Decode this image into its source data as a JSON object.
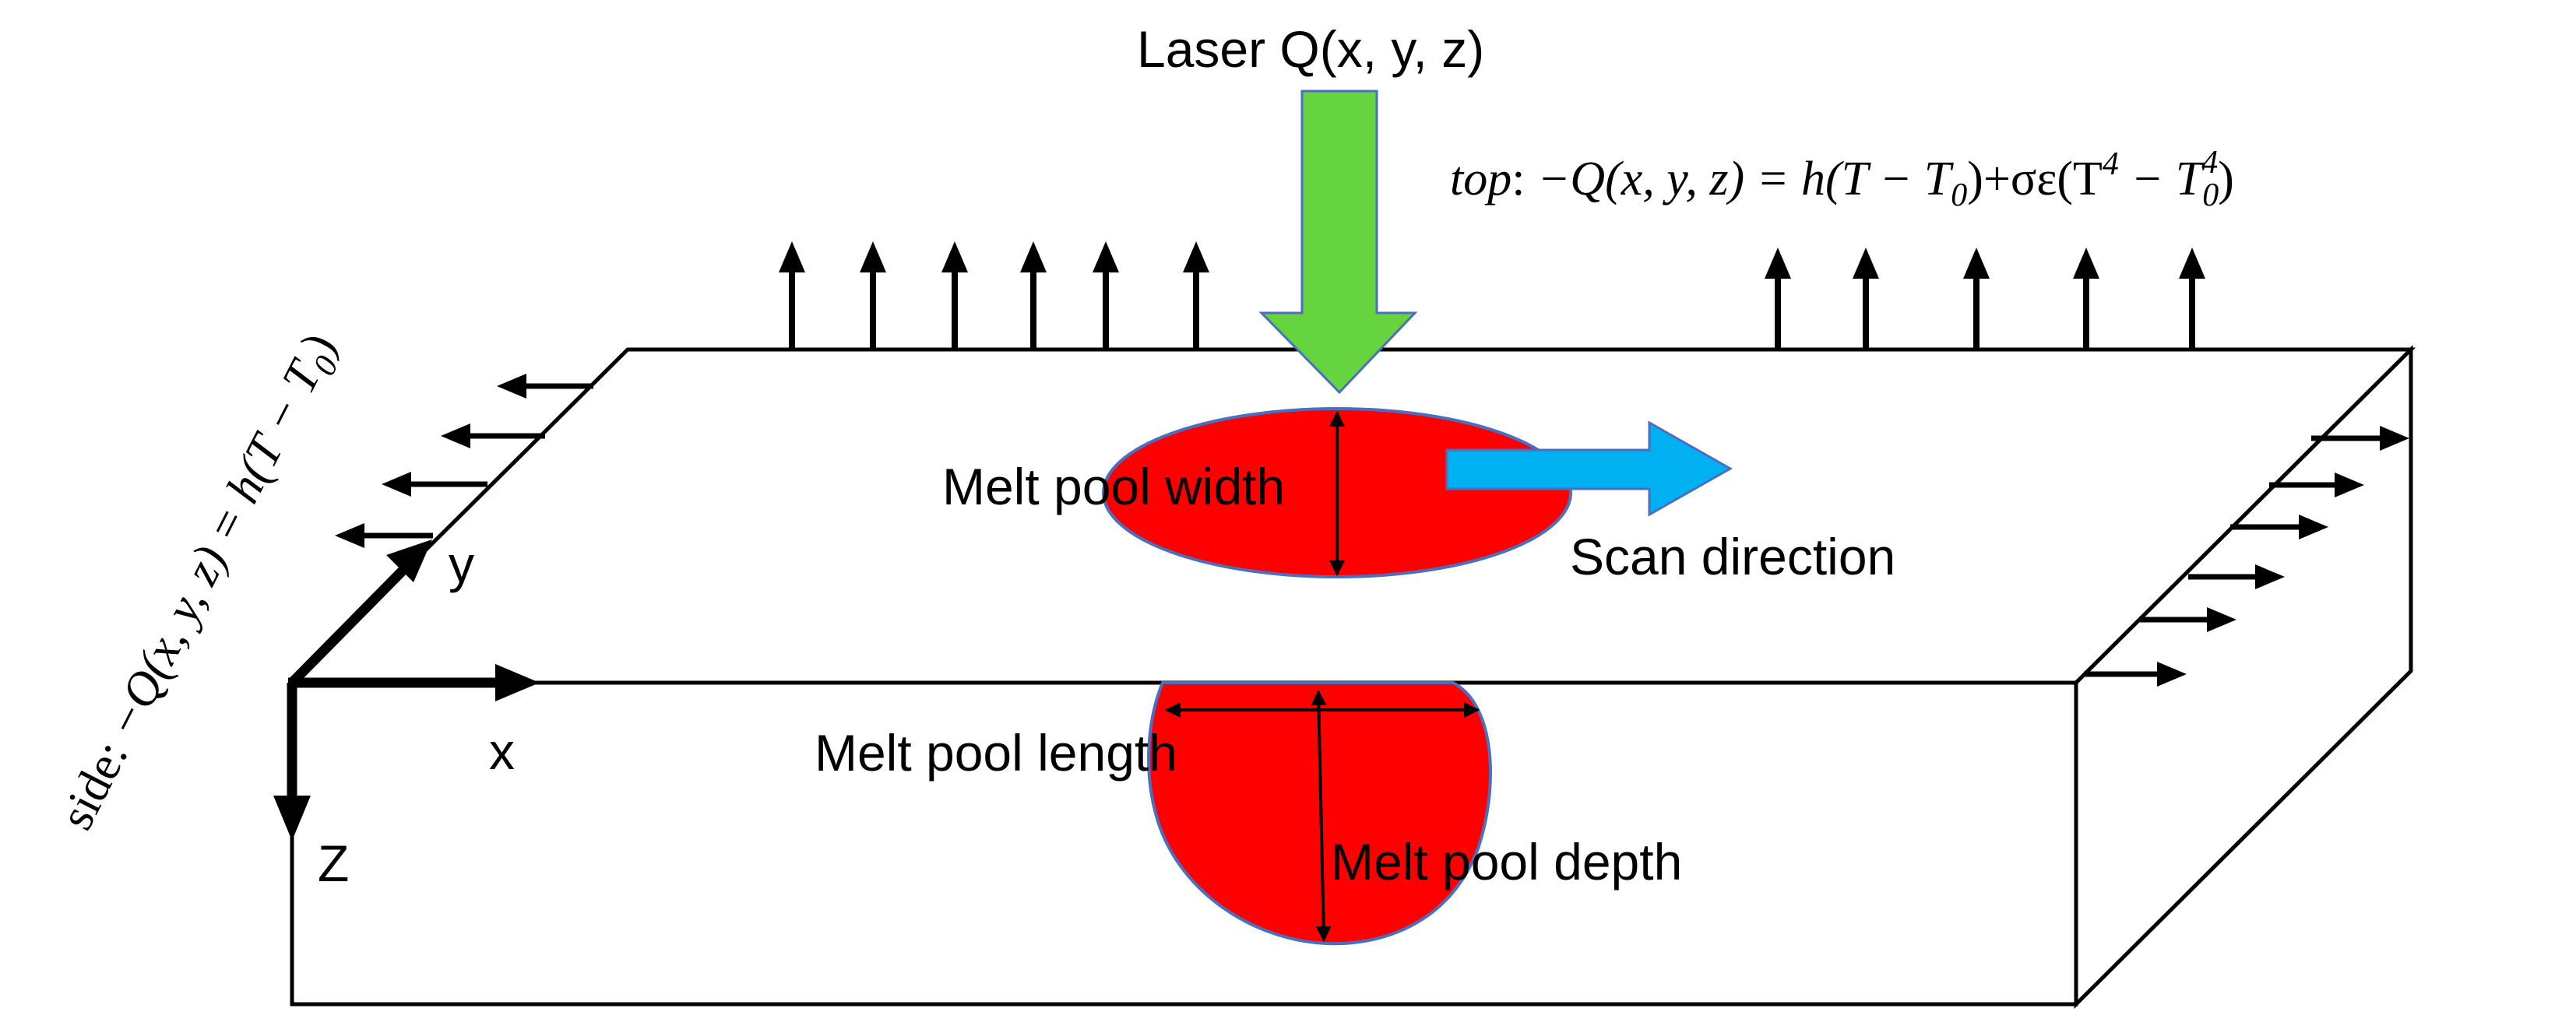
{
  "labels": {
    "laser": "Laser Q(x, y, z)",
    "melt_pool_width": "Melt pool width",
    "scan_direction": "Scan direction",
    "melt_pool_length": "Melt pool length",
    "melt_pool_depth": "Melt pool depth",
    "axis_x": "x",
    "axis_y": "y",
    "axis_z": "Z"
  },
  "equations": {
    "top_prefix": "top",
    "top_colon": ":",
    "top_lhs": "−Q(x, y, z) = h(T − T",
    "top_sub0": "0",
    "top_mid": ")+σε(T",
    "top_sup4a": "4",
    "top_minus": " − T",
    "top_sub0b": "0",
    "top_sup4b": "4",
    "top_close": ")",
    "side_prefix": "side: ",
    "side_lhs": "−Q(x, y, z) = h(T − T",
    "side_sub0": "0",
    "side_close": ")"
  },
  "colors": {
    "laser_arrow": "#66d43f",
    "scan_arrow": "#00b0f0",
    "melt_pool": "#ff0000",
    "melt_pool_outline": "#4a6fc0",
    "line": "#000000"
  }
}
